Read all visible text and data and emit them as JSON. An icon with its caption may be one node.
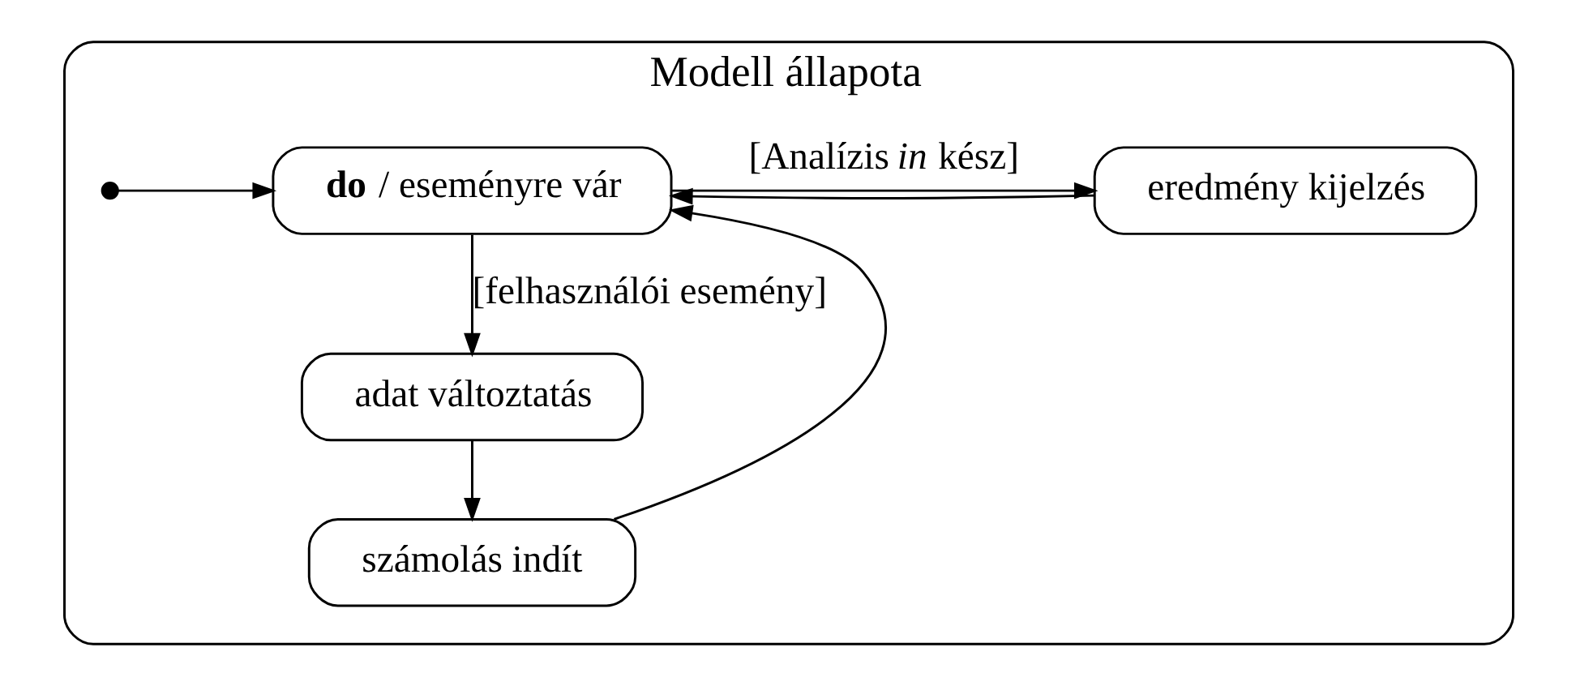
{
  "diagram": {
    "nodes": [
      {
        "text": [
          "Modell állapota"
        ]
      },
      {
        "text": [],
        "shape": "circle",
        "in": 0
      },
      {
        "text": [
          "**do** / eseményre vár"
        ],
        "in": 0
      },
      {
        "text": [
          "eredmény kijelzés"
        ],
        "in": 0
      },
      {
        "text": [
          "adat változtatás"
        ],
        "in": 0
      },
      {
        "text": [
          "számolás indít"
        ],
        "in": 0
      }
    ],
    "edges": [
      {
        "from": 1,
        "to": 2,
        "arrow": "to"
      },
      {
        "from": 2,
        "to": 3,
        "arrow": "to",
        "label": "[Analízis *in* kész]"
      },
      {
        "from": 3,
        "to": 2,
        "arrow": "to"
      },
      {
        "from": 2,
        "to": 4,
        "arrow": "to",
        "label": "[felhasználói esemény]"
      },
      {
        "from": 4,
        "to": 5,
        "arrow": "to"
      },
      {
        "from": 5,
        "to": 2,
        "arrow": "to"
      }
    ]
  }
}
